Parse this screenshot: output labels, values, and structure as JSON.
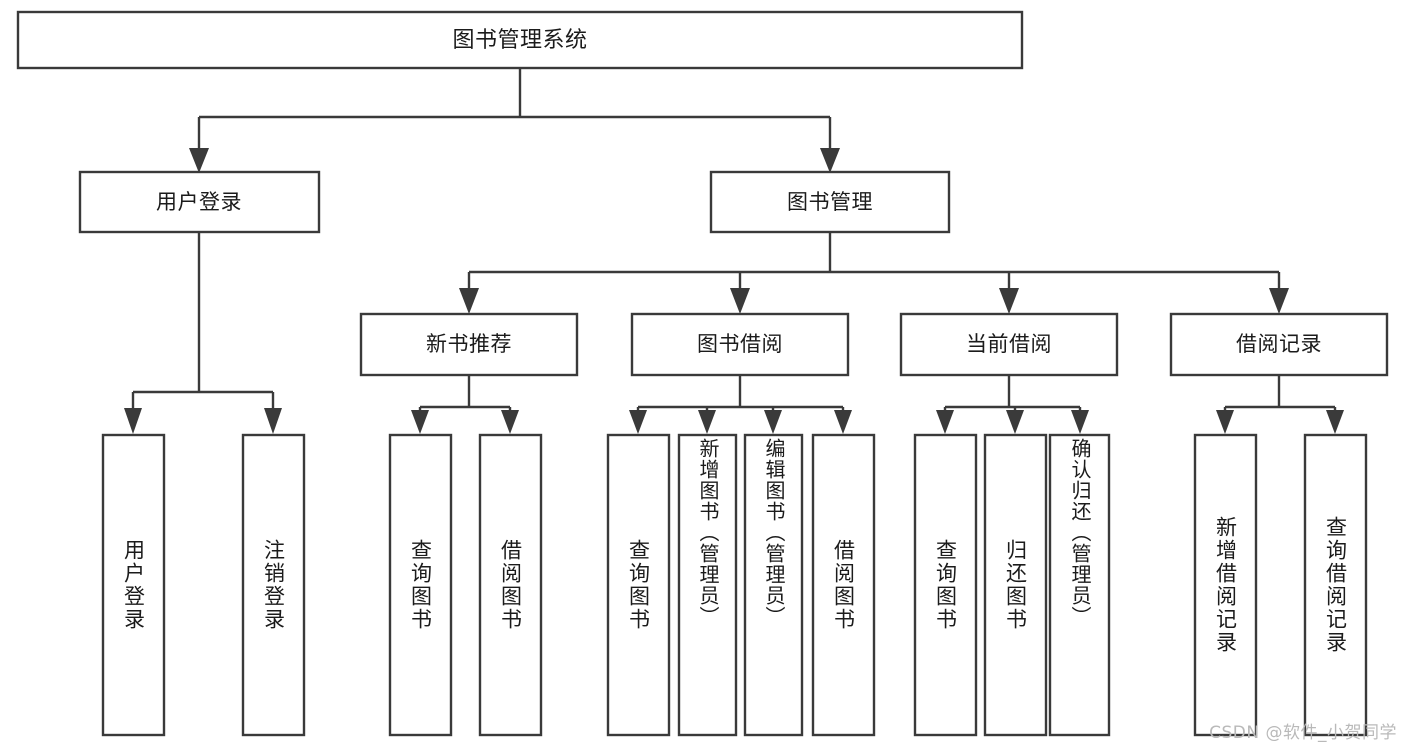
{
  "diagram": {
    "type": "tree-hierarchy",
    "orientation": "top-down",
    "root": {
      "id": "root",
      "label": "图书管理系统"
    },
    "level2": [
      {
        "id": "user-login",
        "label": "用户登录"
      },
      {
        "id": "book-manage",
        "label": "图书管理"
      }
    ],
    "level3": [
      {
        "id": "new-book-recommend",
        "label": "新书推荐",
        "parent": "book-manage"
      },
      {
        "id": "book-borrow",
        "label": "图书借阅",
        "parent": "book-manage"
      },
      {
        "id": "current-borrow",
        "label": "当前借阅",
        "parent": "book-manage"
      },
      {
        "id": "borrow-record",
        "label": "借阅记录",
        "parent": "book-manage"
      }
    ],
    "leaves": {
      "user-login": [
        {
          "id": "leaf-user-login",
          "label": "用户登录"
        },
        {
          "id": "leaf-user-logout",
          "label": "注销登录"
        }
      ],
      "new-book-recommend": [
        {
          "id": "leaf-query-book-1",
          "label": "查询图书"
        },
        {
          "id": "leaf-borrow-book-1",
          "label": "借阅图书"
        }
      ],
      "book-borrow": [
        {
          "id": "leaf-query-book-2",
          "label": "查询图书"
        },
        {
          "id": "leaf-add-book",
          "label": "新增图书（管理员）"
        },
        {
          "id": "leaf-edit-book",
          "label": "编辑图书（管理员）"
        },
        {
          "id": "leaf-borrow-book-2",
          "label": "借阅图书"
        }
      ],
      "current-borrow": [
        {
          "id": "leaf-query-book-3",
          "label": "查询图书"
        },
        {
          "id": "leaf-return-book",
          "label": "归还图书"
        },
        {
          "id": "leaf-confirm-return",
          "label": "确认归还（管理员）"
        }
      ],
      "borrow-record": [
        {
          "id": "leaf-add-record",
          "label": "新增借阅记录"
        },
        {
          "id": "leaf-query-record",
          "label": "查询借阅记录"
        }
      ]
    }
  },
  "watermark": {
    "text": "CSDN @软件_小贺同学"
  },
  "colors": {
    "stroke": "#3a3a3a",
    "fill": "#ffffff",
    "text": "#1b1b1b",
    "watermark": "#b9b9b9",
    "background": "#ffffff"
  }
}
